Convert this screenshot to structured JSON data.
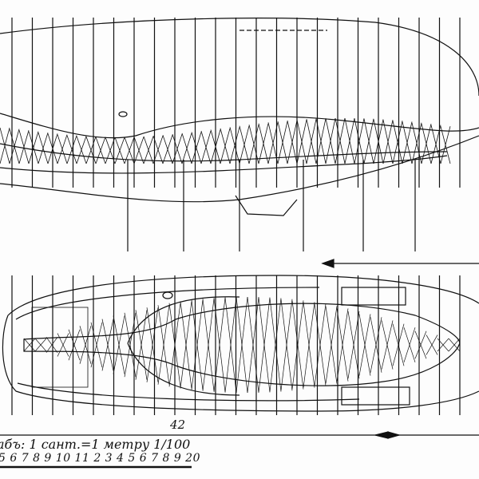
{
  "drawing": {
    "dimension_label": "42",
    "scale_caption": "aбъ: 1 сант.=1 метру 1/100",
    "scale_numbers": "5 6 7 8 9 10 11 2 3 4 5 6 7 8 9 20",
    "ink_color": "#111111",
    "paper_color": "#fdfdfd"
  }
}
